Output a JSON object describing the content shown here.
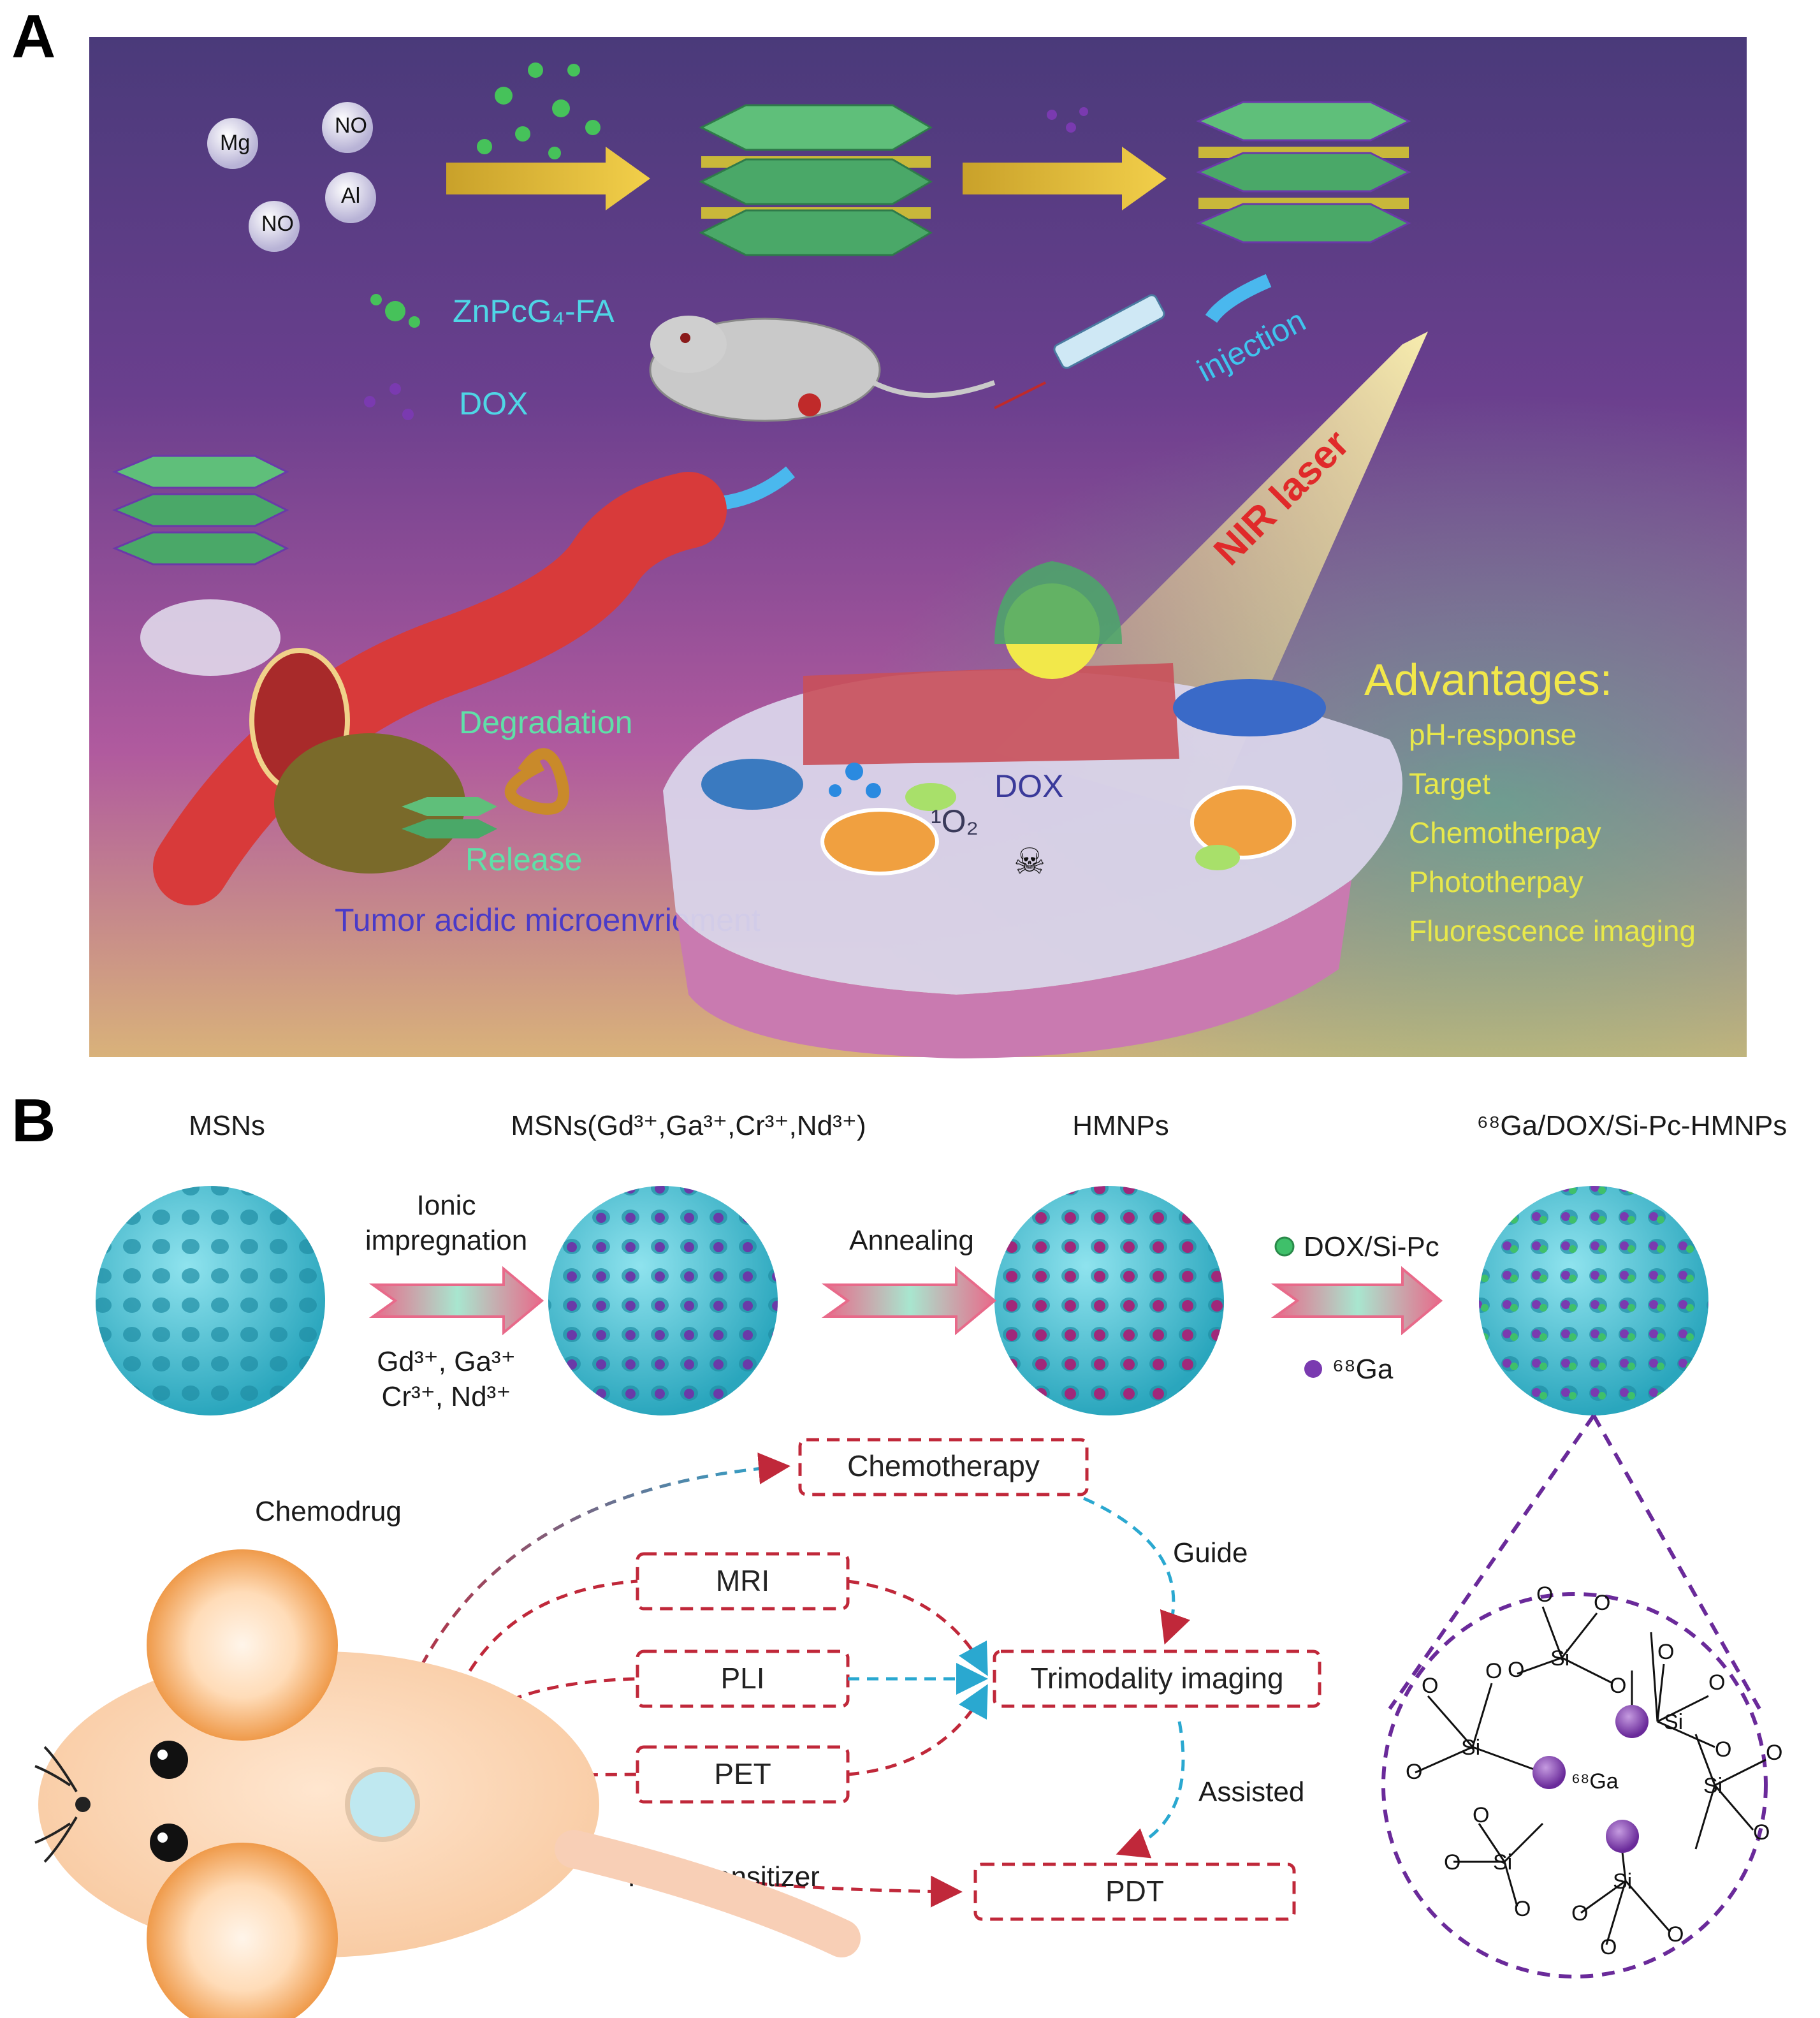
{
  "panel_a": {
    "letter": "A",
    "ions": [
      "Mg",
      "NO",
      "Al",
      "NO"
    ],
    "legend": {
      "zn": "ZnPcG₄-FA",
      "dox": "DOX"
    },
    "injection": "injection",
    "nir": "NIR laser",
    "degradation": "Degradation",
    "release": "Release",
    "tumor": "Tumor acidic microenvrioment",
    "cell_dox": "DOX",
    "cell_o2": "¹O₂",
    "skull": "☠",
    "advantages_title": "Advantages:",
    "advantages": [
      "pH-response",
      "Target",
      "Chemotherpay",
      "Phototherpay",
      "Fluorescence imaging"
    ]
  },
  "panel_b": {
    "letter": "B",
    "titles": {
      "msns": "MSNs",
      "msns_ions": "MSNs(Gd³⁺,Ga³⁺,Cr³⁺,Nd³⁺)",
      "hmnps": "HMNPs",
      "final": "⁶⁸Ga/DOX/Si-Pc-HMNPs"
    },
    "arrow1_top": [
      "Ionic",
      "impregnation"
    ],
    "arrow1_bottom": [
      "Gd³⁺, Ga³⁺",
      "Cr³⁺,  Nd³⁺"
    ],
    "arrow2_top": "Annealing",
    "arrow3_top": "DOX/Si-Pc",
    "arrow3_bottom": "⁶⁸Ga",
    "chemodrug": "Chemodrug",
    "photosensitizer": "Photosensitizer",
    "guide": "Guide",
    "assisted": "Assisted",
    "boxes": {
      "chemotherapy": "Chemotherapy",
      "mri": "MRI",
      "pli": "PLI",
      "pet": "PET",
      "trimodality": "Trimodality imaging",
      "pdt": "PDT"
    },
    "zoom": {
      "si": "Si",
      "o": "O",
      "ga": "⁶⁸Ga"
    }
  }
}
